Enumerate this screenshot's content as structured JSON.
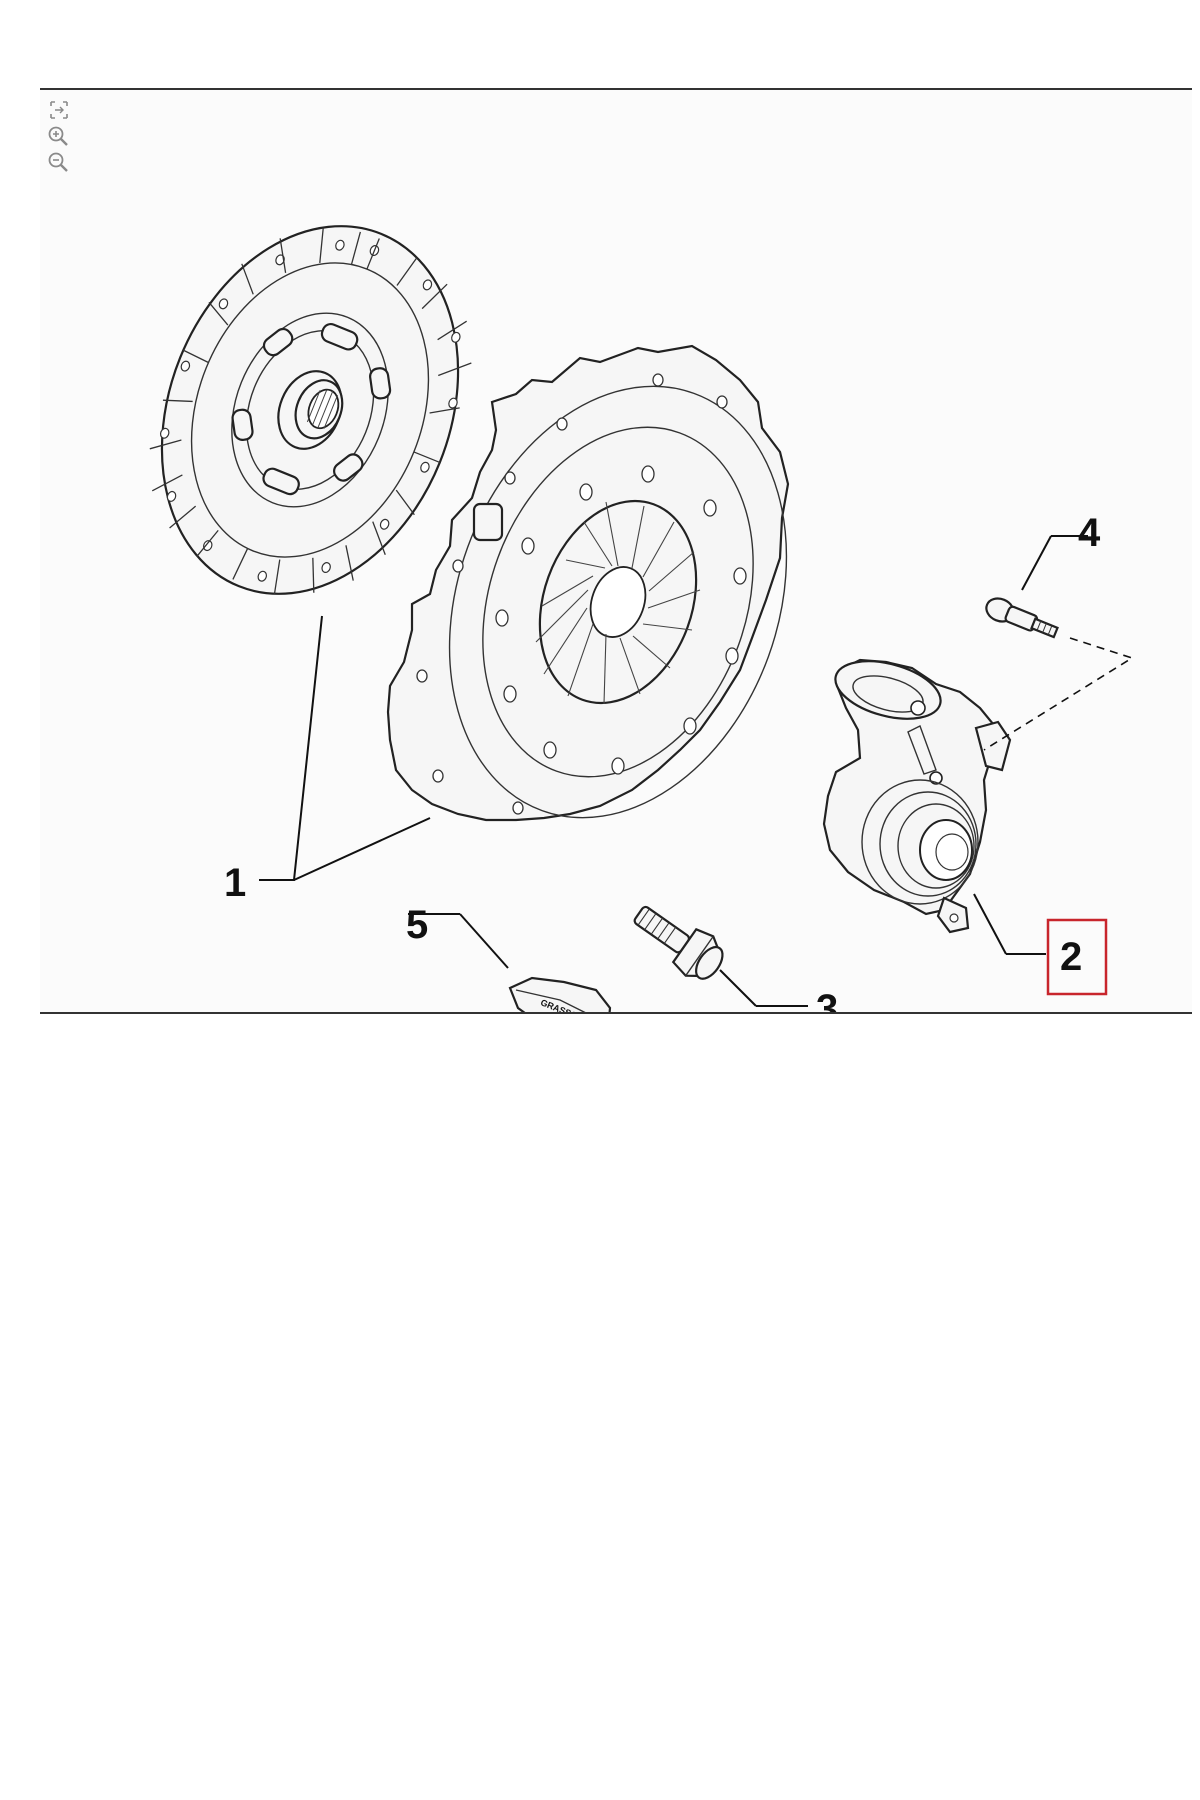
{
  "toolbar": {
    "tools": [
      {
        "name": "fit-to-page-icon"
      },
      {
        "name": "zoom-in-icon"
      },
      {
        "name": "zoom-out-icon"
      }
    ]
  },
  "callouts": {
    "c1": "1",
    "c2": "2",
    "c3": "3",
    "c4": "4",
    "c5": "5"
  },
  "tube_label": "GRASSO",
  "colors": {
    "highlight": "#c8252c",
    "frame": "#333333",
    "ink": "#111111"
  }
}
